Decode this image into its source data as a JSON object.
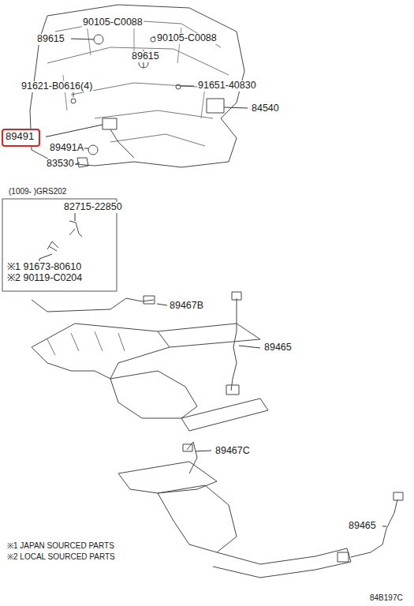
{
  "diagram": {
    "nodes": [
      {
        "text": [
          "89491"
        ]
      }
    ],
    "labels": [
      "90105-C0088",
      "89615",
      "90105-C0088",
      "89615",
      "91621-B0616(4)",
      "91651-40830",
      "84540",
      "89491A",
      "83530",
      "(1009-      )GRS202",
      "82715-22850",
      "※1 91673-80610",
      "※2 90119-C0204",
      "89467B",
      "89465",
      "89467C",
      "89465",
      "※1 JAPAN SOURCED PARTS",
      "※2 LOCAL SOURCED PARTS",
      "84B197C"
    ]
  }
}
